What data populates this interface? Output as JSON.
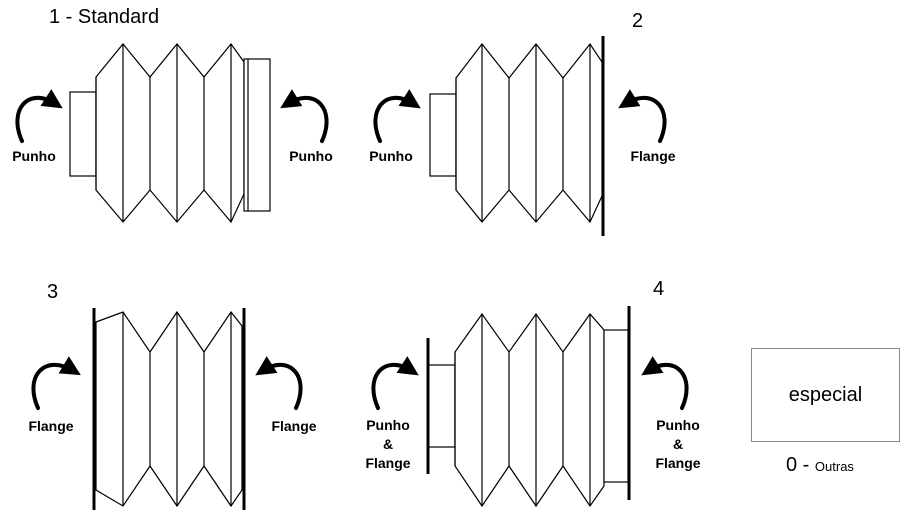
{
  "panels": [
    {
      "number": "1 - Standard",
      "left_label": [
        "Punho"
      ],
      "right_label": [
        "Punho"
      ]
    },
    {
      "number": "2",
      "left_label": [
        "Punho"
      ],
      "right_label": [
        "Flange"
      ]
    },
    {
      "number": "3",
      "left_label": [
        "Flange"
      ],
      "right_label": [
        "Flange"
      ]
    },
    {
      "number": "4",
      "left_label": [
        "Punho",
        "&",
        "Flange"
      ],
      "right_label": [
        "Punho",
        "&",
        "Flange"
      ]
    }
  ],
  "special": {
    "box_text": "especial",
    "code": "0 - ",
    "code_label": "Outras"
  },
  "icons": [
    "curved-arrow-icon"
  ],
  "colors": {
    "line": "#000000",
    "box_border": "#8a8a8a"
  }
}
